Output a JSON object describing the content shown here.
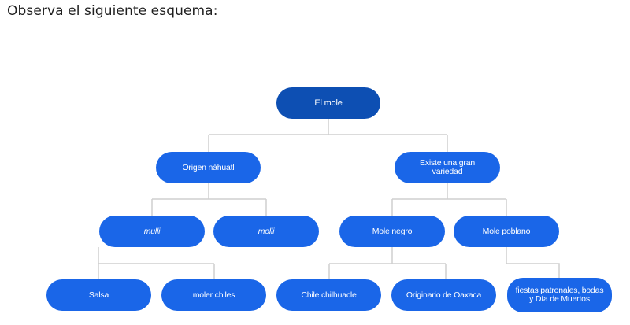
{
  "instruction": "Observa el siguiente esquema:",
  "diagram": {
    "root": "El mole",
    "level1": {
      "left": "Origen náhuatl",
      "right": "Existe una gran variedad"
    },
    "level2": {
      "mulli": "mulli",
      "molli": "molli",
      "mole_negro": "Mole negro",
      "mole_poblano": "Mole poblano"
    },
    "level3": {
      "salsa": "Salsa",
      "moler_chiles": "moler chiles",
      "chile_chilhuacle": "Chile chilhuacle",
      "originario_oaxaca": "Originario de Oaxaca",
      "fiestas": "fiestas patronales, bodas y Día de Muertos"
    }
  },
  "colors": {
    "root_node": "#0d4fb3",
    "node": "#1a66e8",
    "connector": "#cccccc"
  }
}
